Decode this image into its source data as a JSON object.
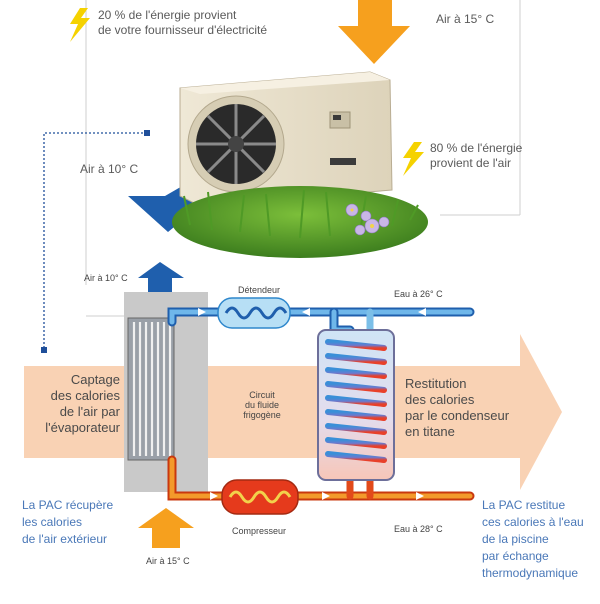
{
  "top": {
    "energy_electric_line1": "20 % de l'énergie provient",
    "energy_electric_line2": "de votre fournisseur d'électricité",
    "air_in": "Air à 15° C",
    "air_out": "Air à 10° C",
    "energy_air_line1": "80 % de l'énergie",
    "energy_air_line2": "provient de l'air"
  },
  "circuit": {
    "air_out_small": "Air à 10° C",
    "detendeur": "Détendeur",
    "water_out": "Eau à 26° C",
    "fluid_line1": "Circuit",
    "fluid_line2": "du fluide",
    "fluid_line3": "frigogène",
    "compresseur": "Compresseur",
    "water_in": "Eau à 28° C",
    "air_in_small": "Air à 15° C"
  },
  "arrow": {
    "left_line1": "Captage",
    "left_line2": "des calories",
    "left_line3": "de l'air par",
    "left_line4": "l'évaporateur",
    "right_line1": "Restitution",
    "right_line2": "des calories",
    "right_line3": "par le condenseur",
    "right_line4": "en titane"
  },
  "bottom": {
    "left_line1": "La PAC récupère",
    "left_line2": "les calories",
    "left_line3": "de l'air extérieur",
    "right_line1": "La PAC restitue",
    "right_line2": "ces calories à l'eau",
    "right_line3": "de la piscine",
    "right_line4": "par échange",
    "right_line5": "thermodynamique"
  },
  "colors": {
    "arrow_fill": "#f9d2b4",
    "orange": "#f6a01e",
    "blue": "#1f5fad",
    "lightning": "#f5d200",
    "pipe_blue": "#5aa7e0",
    "pipe_red": "#e24a1a"
  }
}
